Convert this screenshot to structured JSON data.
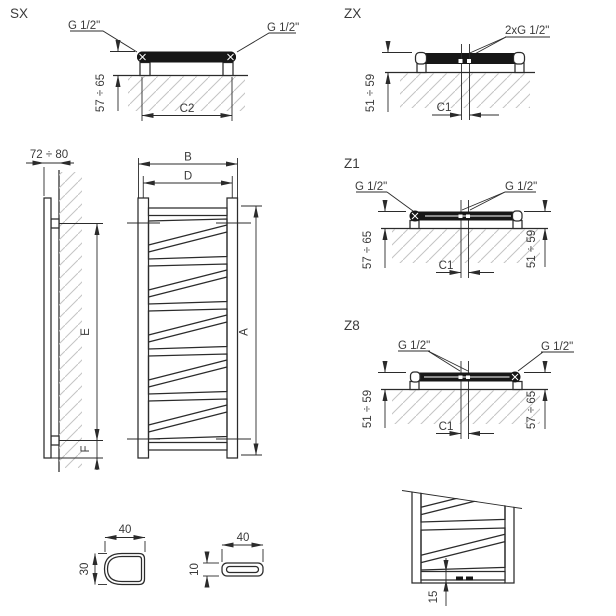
{
  "drawing": {
    "sx": {
      "title": "SX",
      "left_conn": "G 1/2\"",
      "right_conn": "G 1/2\"",
      "wall_dist": "57 ÷ 65",
      "conn_spacing": "C2"
    },
    "zx": {
      "title": "ZX",
      "center_conn": "2xG 1/2\"",
      "wall_dist": "51 ÷ 59",
      "conn_spacing": "C1"
    },
    "z1": {
      "title": "Z1",
      "left_conn": "G 1/2\"",
      "center_conn": "G 1/2\"",
      "wall_dist_left": "57 ÷ 65",
      "wall_dist_right": "51 ÷ 59",
      "conn_spacing": "C1"
    },
    "z8": {
      "title": "Z8",
      "center_conn": "G 1/2\"",
      "right_conn": "G 1/2\"",
      "wall_dist_left": "51 ÷ 59",
      "wall_dist_right": "57 ÷ 65",
      "conn_spacing": "C1"
    },
    "side": {
      "depth": "72 ÷ 80",
      "bracket_span": "E",
      "bottom_offset": "F"
    },
    "front": {
      "overall_width": "B",
      "conn_width": "D",
      "overall_height": "A"
    },
    "collector_profile": {
      "width": "40",
      "height": "30"
    },
    "tube_profile": {
      "width": "40",
      "height": "10"
    },
    "bottom_detail": {
      "gap": "15"
    }
  }
}
